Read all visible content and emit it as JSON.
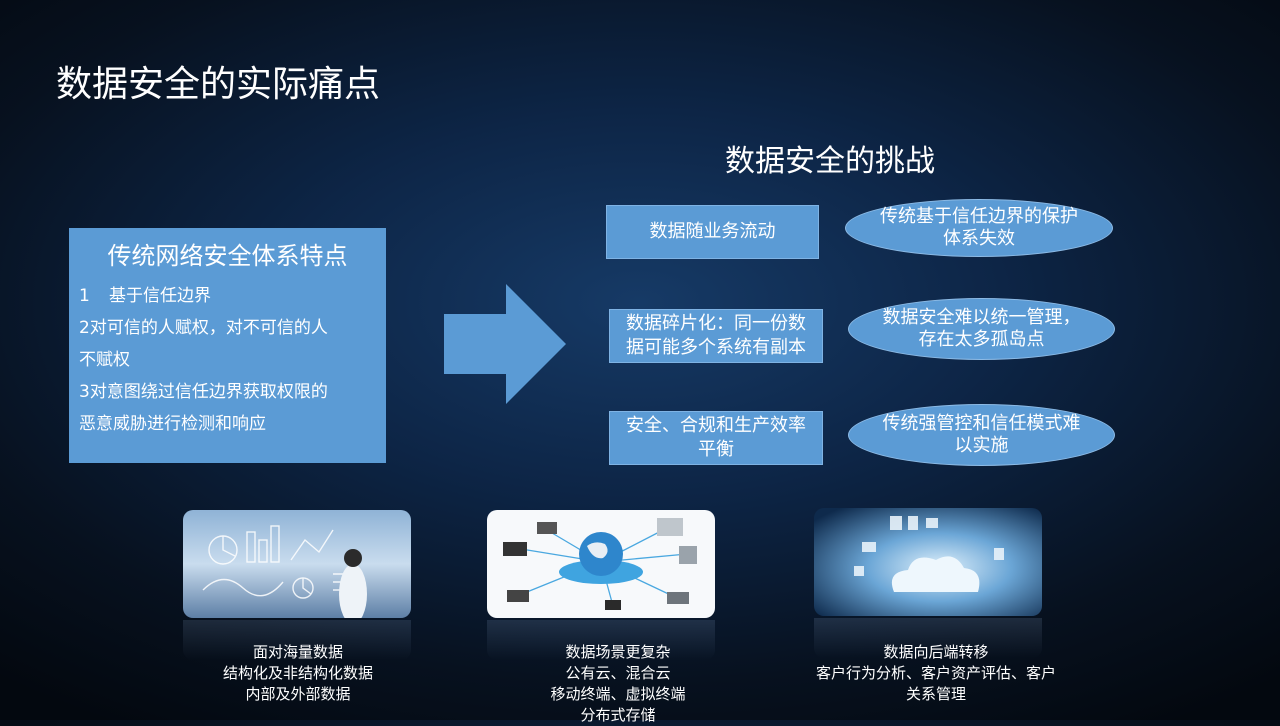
{
  "page": {
    "title": "数据安全的实际痛点",
    "colors": {
      "panel": "#5b9bd5",
      "background": "#0d2546",
      "text": "#ffffff"
    }
  },
  "left_panel": {
    "heading": "传统网络安全体系特点",
    "items": [
      {
        "num": "1",
        "text": "基于信任边界"
      },
      {
        "text": "2对可信的人赋权，对不可信的人"
      },
      {
        "text": "不赋权"
      },
      {
        "text": "3对意图绕过信任边界获取权限的"
      },
      {
        "text": "恶意威胁进行检测和响应"
      }
    ]
  },
  "arrow": {
    "icon": "right-arrow-icon"
  },
  "challenges": {
    "title": "数据安全的挑战",
    "rows": [
      {
        "box": "数据随业务流动",
        "ellipse": "传统基于信任边界的保护体系失效"
      },
      {
        "box": "数据碎片化：同一份数据可能多个系统有副本",
        "ellipse": "数据安全难以统一管理，存在太多孤岛点"
      },
      {
        "box": "安全、合规和生产效率平衡",
        "ellipse": "传统强管控和信任模式难以实施"
      }
    ]
  },
  "images": [
    {
      "icon": "data-analytics-icon",
      "caption": [
        "面对海量数据",
        "结构化及非结构化数据",
        "内部及外部数据"
      ]
    },
    {
      "icon": "network-globe-icon",
      "caption": [
        "数据场景更复杂",
        "公有云、混合云",
        "移动终端、虚拟终端",
        "分布式存储"
      ]
    },
    {
      "icon": "cloud-devices-icon",
      "caption": [
        "数据向后端转移",
        "客户行为分析、客户资产评估、客户",
        "关系管理"
      ]
    }
  ]
}
